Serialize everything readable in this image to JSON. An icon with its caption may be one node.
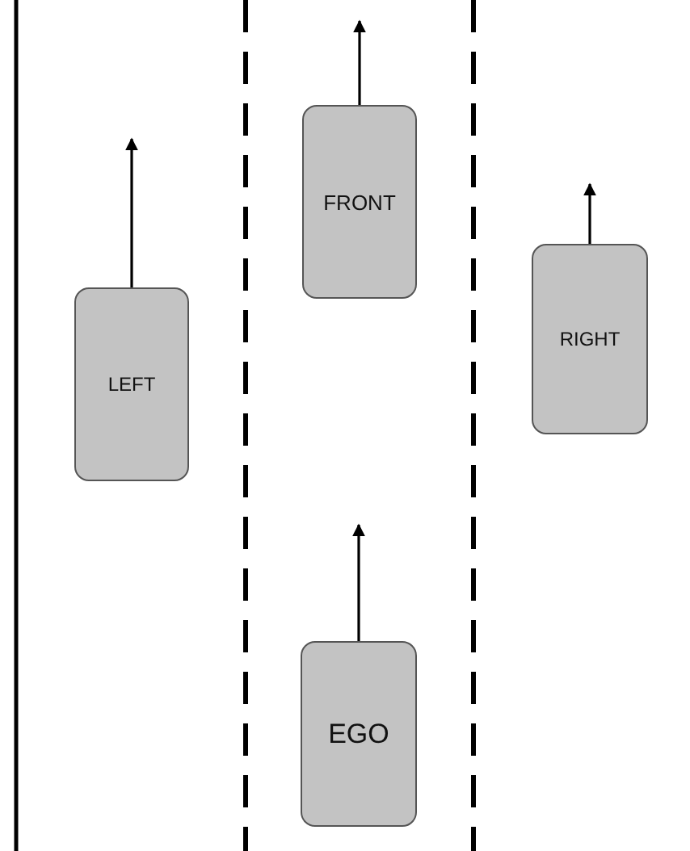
{
  "diagram": {
    "nodes": [
      {
        "text": [
          "FRONT"
        ]
      },
      {
        "text": [
          "LEFT"
        ]
      },
      {
        "text": [
          "RIGHT"
        ]
      },
      {
        "text": [
          "EGO"
        ]
      }
    ],
    "edges": [
      {
        "from": 0,
        "to": null,
        "arrow": "to"
      },
      {
        "from": 1,
        "to": null,
        "arrow": "to"
      },
      {
        "from": 2,
        "to": null,
        "arrow": "to"
      },
      {
        "from": 3,
        "to": null,
        "arrow": "to"
      }
    ]
  }
}
